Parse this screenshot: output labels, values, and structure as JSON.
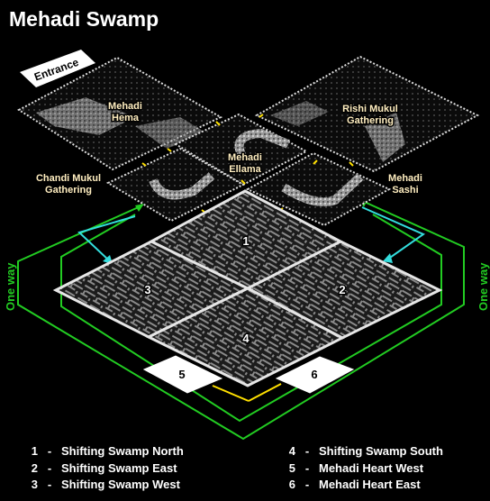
{
  "title": "Mehadi Swamp",
  "map_labels": {
    "entrance": "Entrance",
    "mehadi_hema": [
      "Mehadi",
      "Hema"
    ],
    "rishi_mukul": [
      "Rishi Mukul",
      "Gathering"
    ],
    "mehadi_ellama": [
      "Mehadi",
      "Ellama"
    ],
    "chandi_mukul": [
      "Chandi Mukul",
      "Gathering"
    ],
    "mehadi_sashi": [
      "Mehadi",
      "Sashi"
    ]
  },
  "maze_numbers": [
    "1",
    "2",
    "3",
    "4"
  ],
  "box_numbers": [
    "5",
    "6"
  ],
  "one_way_label": "One way",
  "legend": [
    {
      "num": "1",
      "dash": "-",
      "text": "Shifting Swamp North"
    },
    {
      "num": "2",
      "dash": "-",
      "text": "Shifting Swamp East"
    },
    {
      "num": "3",
      "dash": "-",
      "text": "Shifting Swamp West"
    },
    {
      "num": "4",
      "dash": "-",
      "text": "Shifting Swamp South"
    },
    {
      "num": "5",
      "dash": "-",
      "text": "Mehadi Heart West"
    },
    {
      "num": "6",
      "dash": "-",
      "text": "Mehadi Heart East"
    }
  ],
  "colors": {
    "background": "#000000",
    "green_path": "#22cc22",
    "cyan_arrow": "#33dddd",
    "yellow_connector": "#ffe000",
    "label_text": "#ffeec0",
    "maze_wall": "#8a8a8a"
  }
}
